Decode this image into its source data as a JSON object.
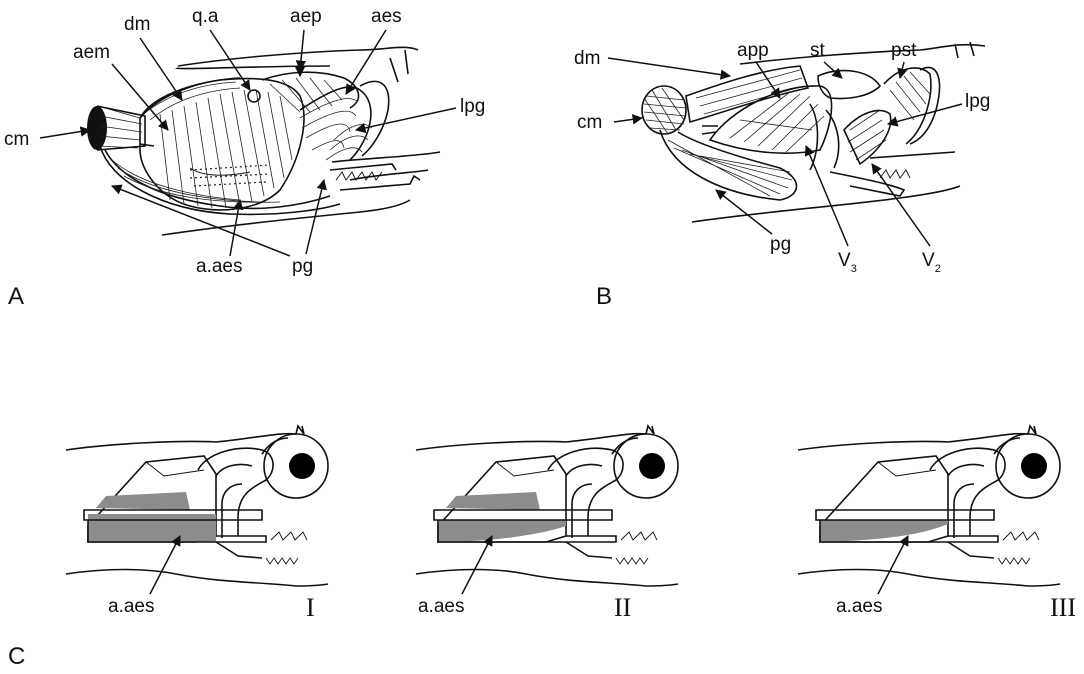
{
  "panels": {
    "a": "A",
    "b": "B",
    "c": "C"
  },
  "labels_a": {
    "cm": "cm",
    "dm": "dm",
    "aem": "aem",
    "qa": "q.a",
    "aep": "aep",
    "aes": "aes",
    "lpg": "lpg",
    "aaes": "a.aes",
    "pg": "pg"
  },
  "labels_b": {
    "dm": "dm",
    "cm": "cm",
    "app": "app",
    "st": "st",
    "pst": "pst",
    "lpg": "lpg",
    "pg": "pg",
    "v3": "V",
    "v3_sub": "3",
    "v2": "V",
    "v2_sub": "2"
  },
  "labels_c": {
    "stage1_label": "a.aes",
    "stage1_numeral": "I",
    "stage2_label": "a.aes",
    "stage2_numeral": "II",
    "stage3_label": "a.aes",
    "stage3_numeral": "III"
  },
  "colors": {
    "shade": "#8c8c8c",
    "ink": "#111111"
  }
}
